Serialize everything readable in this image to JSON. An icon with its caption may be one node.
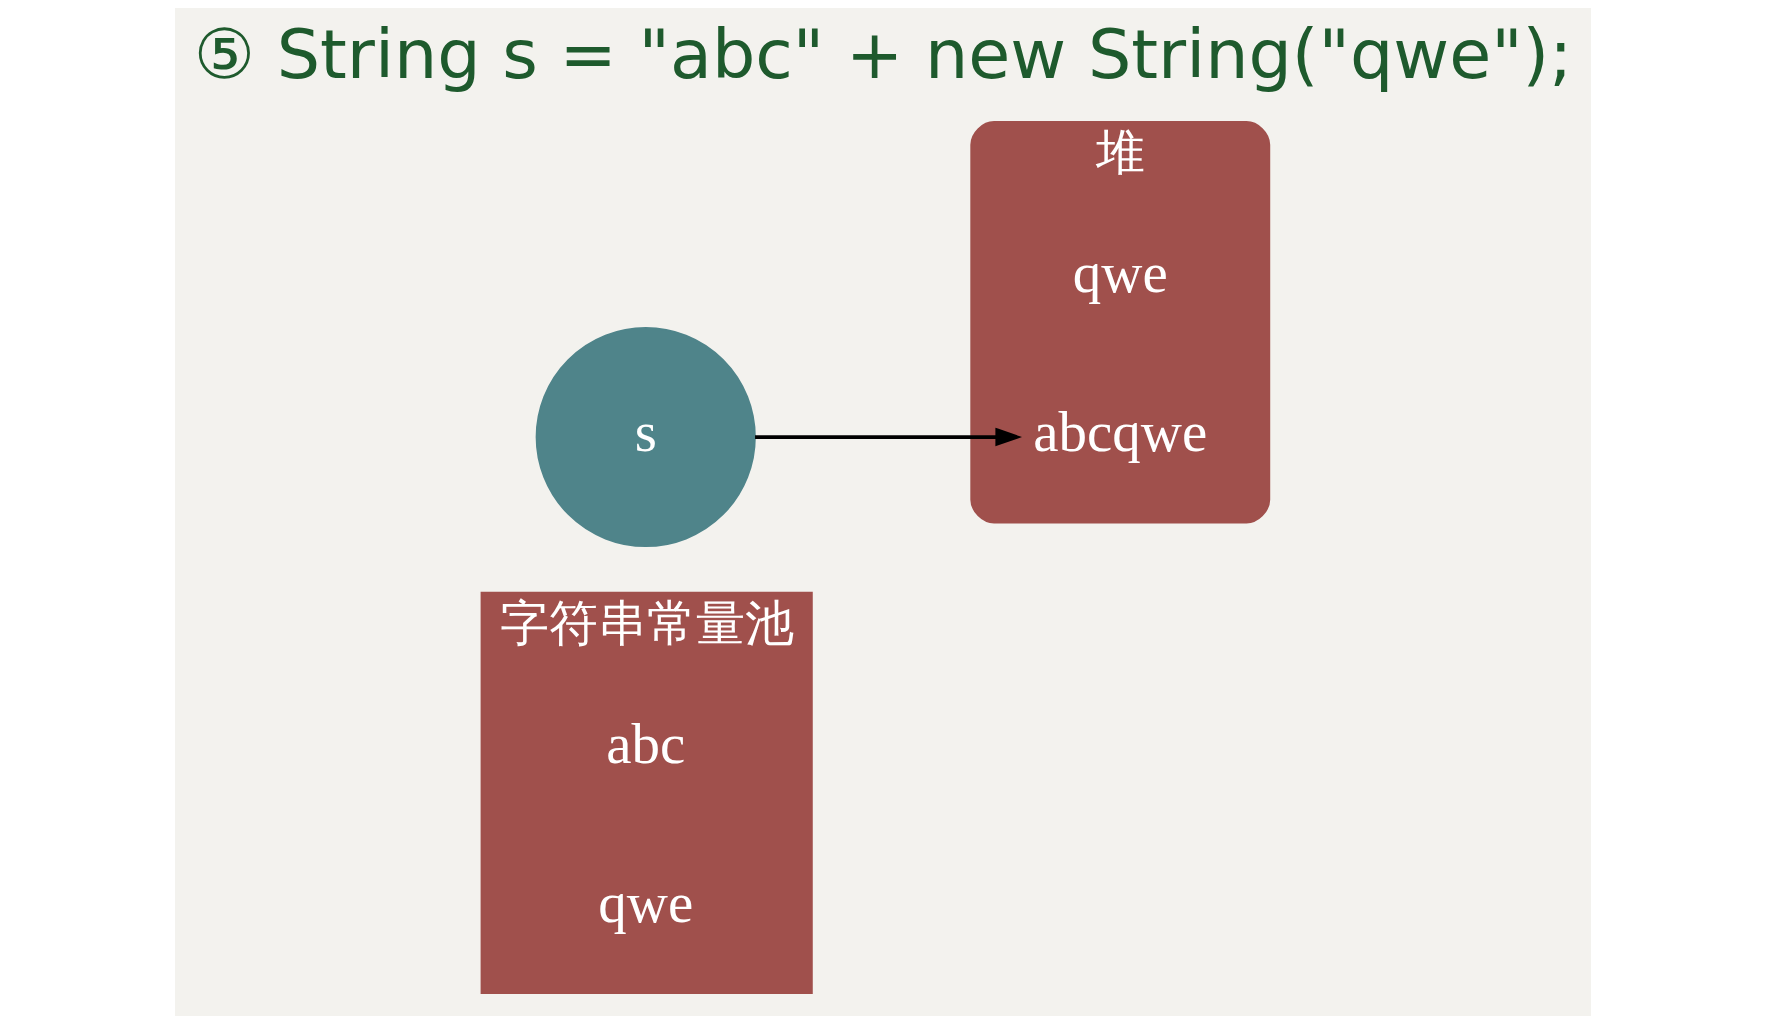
{
  "diagram": {
    "title": "⑤ String s = \"abc\" + new String(\"qwe\");",
    "nodes": [
      {
        "text": [
          "字符串常量池"
        ]
      },
      {
        "text": [
          "abc"
        ],
        "in": 0
      },
      {
        "text": [
          "qwe"
        ],
        "in": 0
      },
      {
        "text": [
          "s"
        ]
      },
      {
        "text": [
          "堆"
        ]
      },
      {
        "text": [
          "qwe"
        ],
        "in": 4
      },
      {
        "text": [
          "abcqwe"
        ],
        "in": 4
      }
    ],
    "edges": [
      {
        "from": 3,
        "to": 6,
        "arrow": "to"
      }
    ]
  }
}
